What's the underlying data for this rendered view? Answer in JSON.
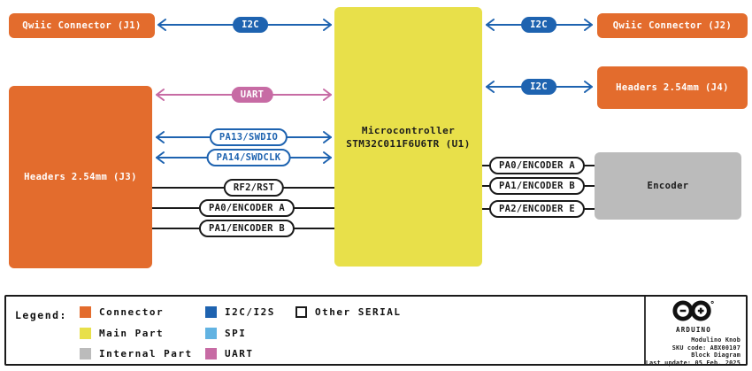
{
  "boxes": {
    "j1": {
      "label": "Qwiic Connector (J1)"
    },
    "j2": {
      "label": "Qwiic Connector (J2)"
    },
    "j3": {
      "label": "Headers 2.54mm (J3)"
    },
    "j4": {
      "label": "Headers 2.54mm (J4)"
    },
    "mcu": {
      "line1": "Microcontroller",
      "line2": "STM32C011F6U6TR (U1)"
    },
    "encoder": {
      "label": "Encoder"
    }
  },
  "pills": {
    "i2c_j1": "I2C",
    "i2c_j2": "I2C",
    "i2c_j4": "I2C",
    "uart": "UART",
    "swdio": "PA13/SWDIO",
    "swdclk": "PA14/SWDCLK",
    "rst": "RF2/RST",
    "enc_a_left": "PA0/ENCODER A",
    "enc_b_left": "PA1/ENCODER B",
    "enc_a_right": "PA0/ENCODER A",
    "enc_b_right": "PA1/ENCODER B",
    "enc_e_right": "PA2/ENCODER E"
  },
  "legend": {
    "title": "Legend:",
    "items": [
      {
        "label": "Connector",
        "color": "#E36C2D"
      },
      {
        "label": "Main Part",
        "color": "#E8E04A"
      },
      {
        "label": "Internal Part",
        "color": "#BBBBBB"
      },
      {
        "label": "I2C/I2S",
        "color": "#1E63B0"
      },
      {
        "label": "SPI",
        "color": "#62B3E2"
      },
      {
        "label": "UART",
        "color": "#C76BA4"
      },
      {
        "label": "Other SERIAL",
        "color": "#FFFFFF"
      }
    ]
  },
  "footer": {
    "brand": "ARDUINO",
    "lines": [
      "Modulino Knob",
      "SKU code: ABX00107",
      "Block Diagram",
      "Last update: 05 Feb, 2025"
    ]
  },
  "palette": {
    "connector_orange": "#E36C2D",
    "main_yellow": "#E8E04A",
    "internal_gray": "#BBBBBB",
    "i2c_blue": "#1E63B0",
    "spi_light_blue": "#62B3E2",
    "uart_pink": "#C76BA4",
    "wire_black": "#1A1A1A"
  }
}
